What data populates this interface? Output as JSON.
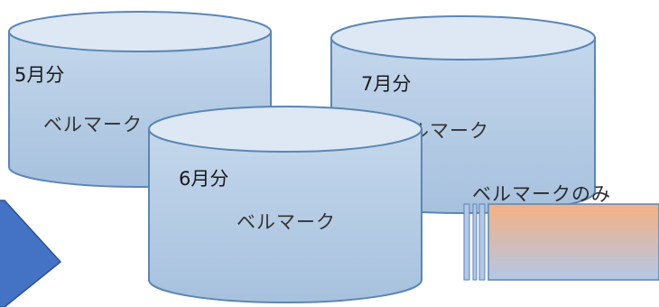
{
  "colors": {
    "cylinder_top": "#dde8f4",
    "cylinder_body_light": "#c4d7ec",
    "cylinder_body_dark": "#a7c1de",
    "cylinder_stroke": "#5b86b5",
    "arrow_fill": "#4472c4",
    "bar_top": "#f4b183",
    "bar_bottom": "#b4c7e7"
  },
  "cylinders": [
    {
      "month": "5月分",
      "label": "ベルマーク"
    },
    {
      "month": "7月分",
      "label": "ベルマーク"
    },
    {
      "month": "6月分",
      "label": "ベルマーク"
    }
  ],
  "bell_only_label": "ベルマークのみ"
}
